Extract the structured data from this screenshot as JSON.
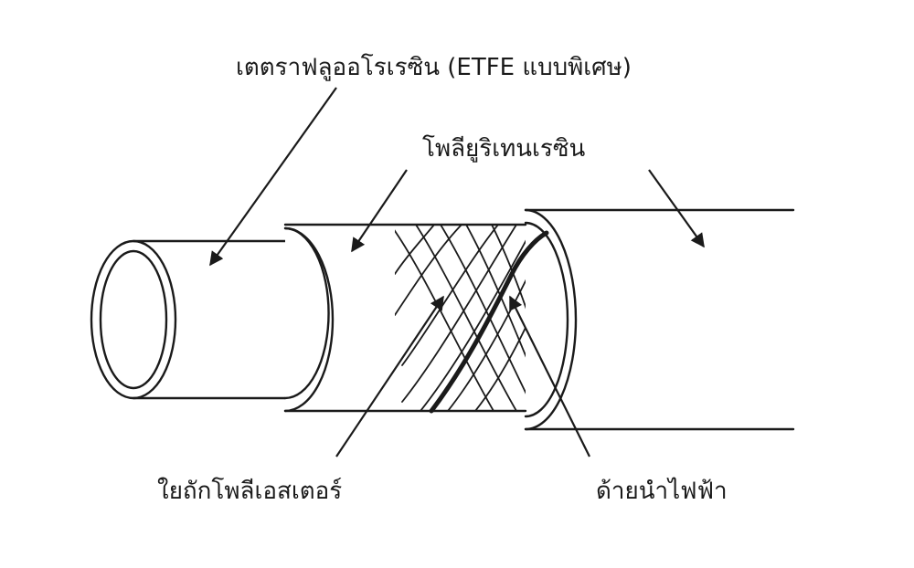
{
  "labels": {
    "etfe": "เตตราฟลูออโรเรซิน (ETFE แบบพิเศษ)",
    "polyurethane": "โพลียูริเทนเรซิน",
    "polyester": "ใยถักโพลีเอสเตอร์",
    "conductive_wire": "ด้ายนำไฟฟ้า"
  },
  "colors": {
    "line": "#1a1a1a",
    "background": "#ffffff"
  }
}
